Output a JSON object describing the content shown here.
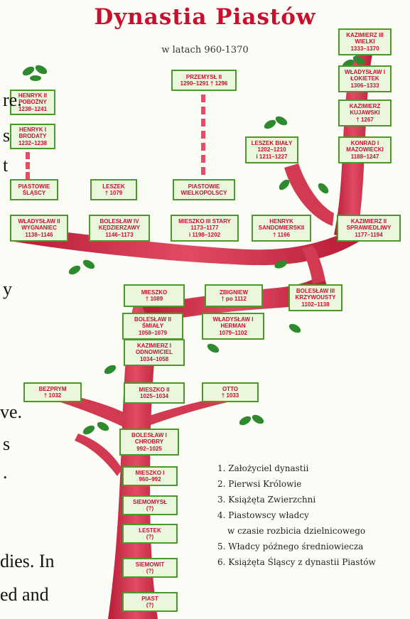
{
  "title": "Dynastia Piastów",
  "subtitle": "w latach 960-1370",
  "boxes": {
    "kazimierz3": [
      "KAZIMIERZ III",
      "WIELKI",
      "1333–1370"
    ],
    "wladyslaw_lokietek": [
      "WŁADYSŁAW I",
      "ŁOKIETEK",
      "1306–1333"
    ],
    "kazimierz_kujawski": [
      "KAZIMIERZ",
      "KUJAWSKI",
      "† 1267"
    ],
    "konrad1": [
      "KONRAD I",
      "MAZOWIECKI",
      "1188–1247"
    ],
    "leszek_bialy": [
      "LESZEK BIAŁY",
      "1202–1210",
      "i 1211–1227"
    ],
    "kazimierz2": [
      "KAZIMIERZ II",
      "SPRAWIEDLIWY",
      "1177–1194"
    ],
    "henryk_sandomierski": [
      "HENRYK",
      "SANDOMIERSKII",
      "† 1166"
    ],
    "przemysl2": [
      "PRZEMYSŁ II",
      "1290–1291 † 1296"
    ],
    "piastowie_wielkopolscy": [
      "PIASTOWIE",
      "WIELKOPOLSCY"
    ],
    "mieszko3": [
      "MIESZKO III STARY",
      "1173–1177",
      "i 1198–1202"
    ],
    "henryk2": [
      "HENRYK II",
      "POBOŻNY",
      "1238–1241"
    ],
    "henryk1": [
      "HENRYK I",
      "BRODATY",
      "1232–1238"
    ],
    "piastowie_slascy": [
      "PIASTOWIE",
      "ŚLĄSCY"
    ],
    "wladyslaw2": [
      "WŁADYSŁAW II",
      "WYGNANIEC",
      "1138–1146"
    ],
    "leszek": [
      "LESZEK",
      "† 1079"
    ],
    "boleslaw4": [
      "BOLESŁAW IV",
      "KĘDZIERZAWY",
      "1146–1173"
    ],
    "boleslaw3": [
      "BOLESŁAW III",
      "KRZYWOUSTY",
      "1102–1138"
    ],
    "mieszko_1089": [
      "MIESZKO",
      "† 1089"
    ],
    "zbigniew": [
      "ZBIGNIEW",
      "† po 1112"
    ],
    "boleslaw2": [
      "BOLESŁAW II",
      "ŚMIAŁY",
      "1058–1079"
    ],
    "wladyslaw_herman": [
      "WŁADYSŁAW I",
      "HERMAN",
      "1079–1102"
    ],
    "kazimierz1": [
      "KAZIMIERZ I",
      "ODNOWICIEL",
      "1034–1058"
    ],
    "bezprym": [
      "BEZPRYM",
      "† 1032"
    ],
    "mieszko2": [
      "MIESZKO II",
      "1025–1034"
    ],
    "otto": [
      "OTTO",
      "† 1033"
    ],
    "boleslaw1": [
      "BOLESŁAW I",
      "CHROBRY",
      "992–1025"
    ],
    "mieszko1": [
      "MIESZKO I",
      "960–992"
    ],
    "siemomysl": [
      "SIEMOMYSŁ",
      "(?)"
    ],
    "lestek": [
      "LESTEK",
      "(?)"
    ],
    "siemowit": [
      "SIEMOWIT",
      "(?)"
    ],
    "piast": [
      "PIAST",
      "(?)"
    ]
  },
  "legend": [
    "1. Założyciel dynastii",
    "2. Pierwsi Królowie",
    "3. Książęta Zwierzchni",
    "4. Piastowscy władcy",
    "w czasie rozbicia dzielnicowego",
    "5. Władcy późnego średniowiecza",
    "6. Książęta Śląscy z dynastii Piastów"
  ],
  "clipped_text": [
    "re.",
    "s",
    "t",
    "y",
    "ve.",
    "s",
    ".",
    "dies. In",
    "ed and"
  ],
  "colors": {
    "trunk": "#d8354f",
    "trunk_dark": "#b81c36",
    "title": "#c8102e",
    "box_border": "#4a9a2a",
    "box_fill": "#eaf7dc",
    "leaf": "#2f8a2f"
  }
}
